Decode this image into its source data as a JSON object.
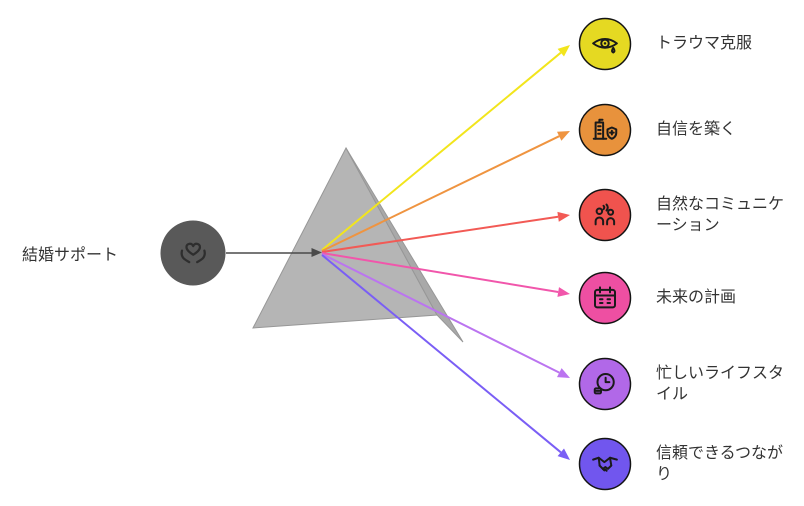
{
  "diagram": {
    "background": "#ffffff",
    "text_color": "#333333",
    "icon_stroke": "#1a1a1a",
    "node_outline": "#141414",
    "connector_color": "#4a4a4a",
    "source": {
      "label": "結婚サポート",
      "icon": "hands-holding-heart-icon",
      "circle_color": "#595959",
      "icon_color": "#2e2e2e"
    },
    "prism": {
      "front_fill": "#b5b5b5",
      "side_fill": "#a9a9a9",
      "stroke": "#979797"
    },
    "outcomes": [
      {
        "label": "トラウマ克服",
        "icon": "crying-eye-icon",
        "color": "#e5d922",
        "arrow_color": "#f2e51c"
      },
      {
        "label": "自信を築く",
        "icon": "building-shield-icon",
        "color": "#e8923c",
        "arrow_color": "#ef9440"
      },
      {
        "label": "自然なコミュニケーション",
        "icon": "talking-people-icon",
        "color": "#f0534e",
        "arrow_color": "#f25a55"
      },
      {
        "label": "未来の計画",
        "icon": "calendar-icon",
        "color": "#ee4fa2",
        "arrow_color": "#f156ab"
      },
      {
        "label": "忙しいライフスタイル",
        "icon": "clock-icon",
        "color": "#b168e8",
        "arrow_color": "#bb74f0"
      },
      {
        "label": "信頼できるつながり",
        "icon": "handshake-icon",
        "color": "#7156ee",
        "arrow_color": "#7a5ef5"
      }
    ]
  }
}
